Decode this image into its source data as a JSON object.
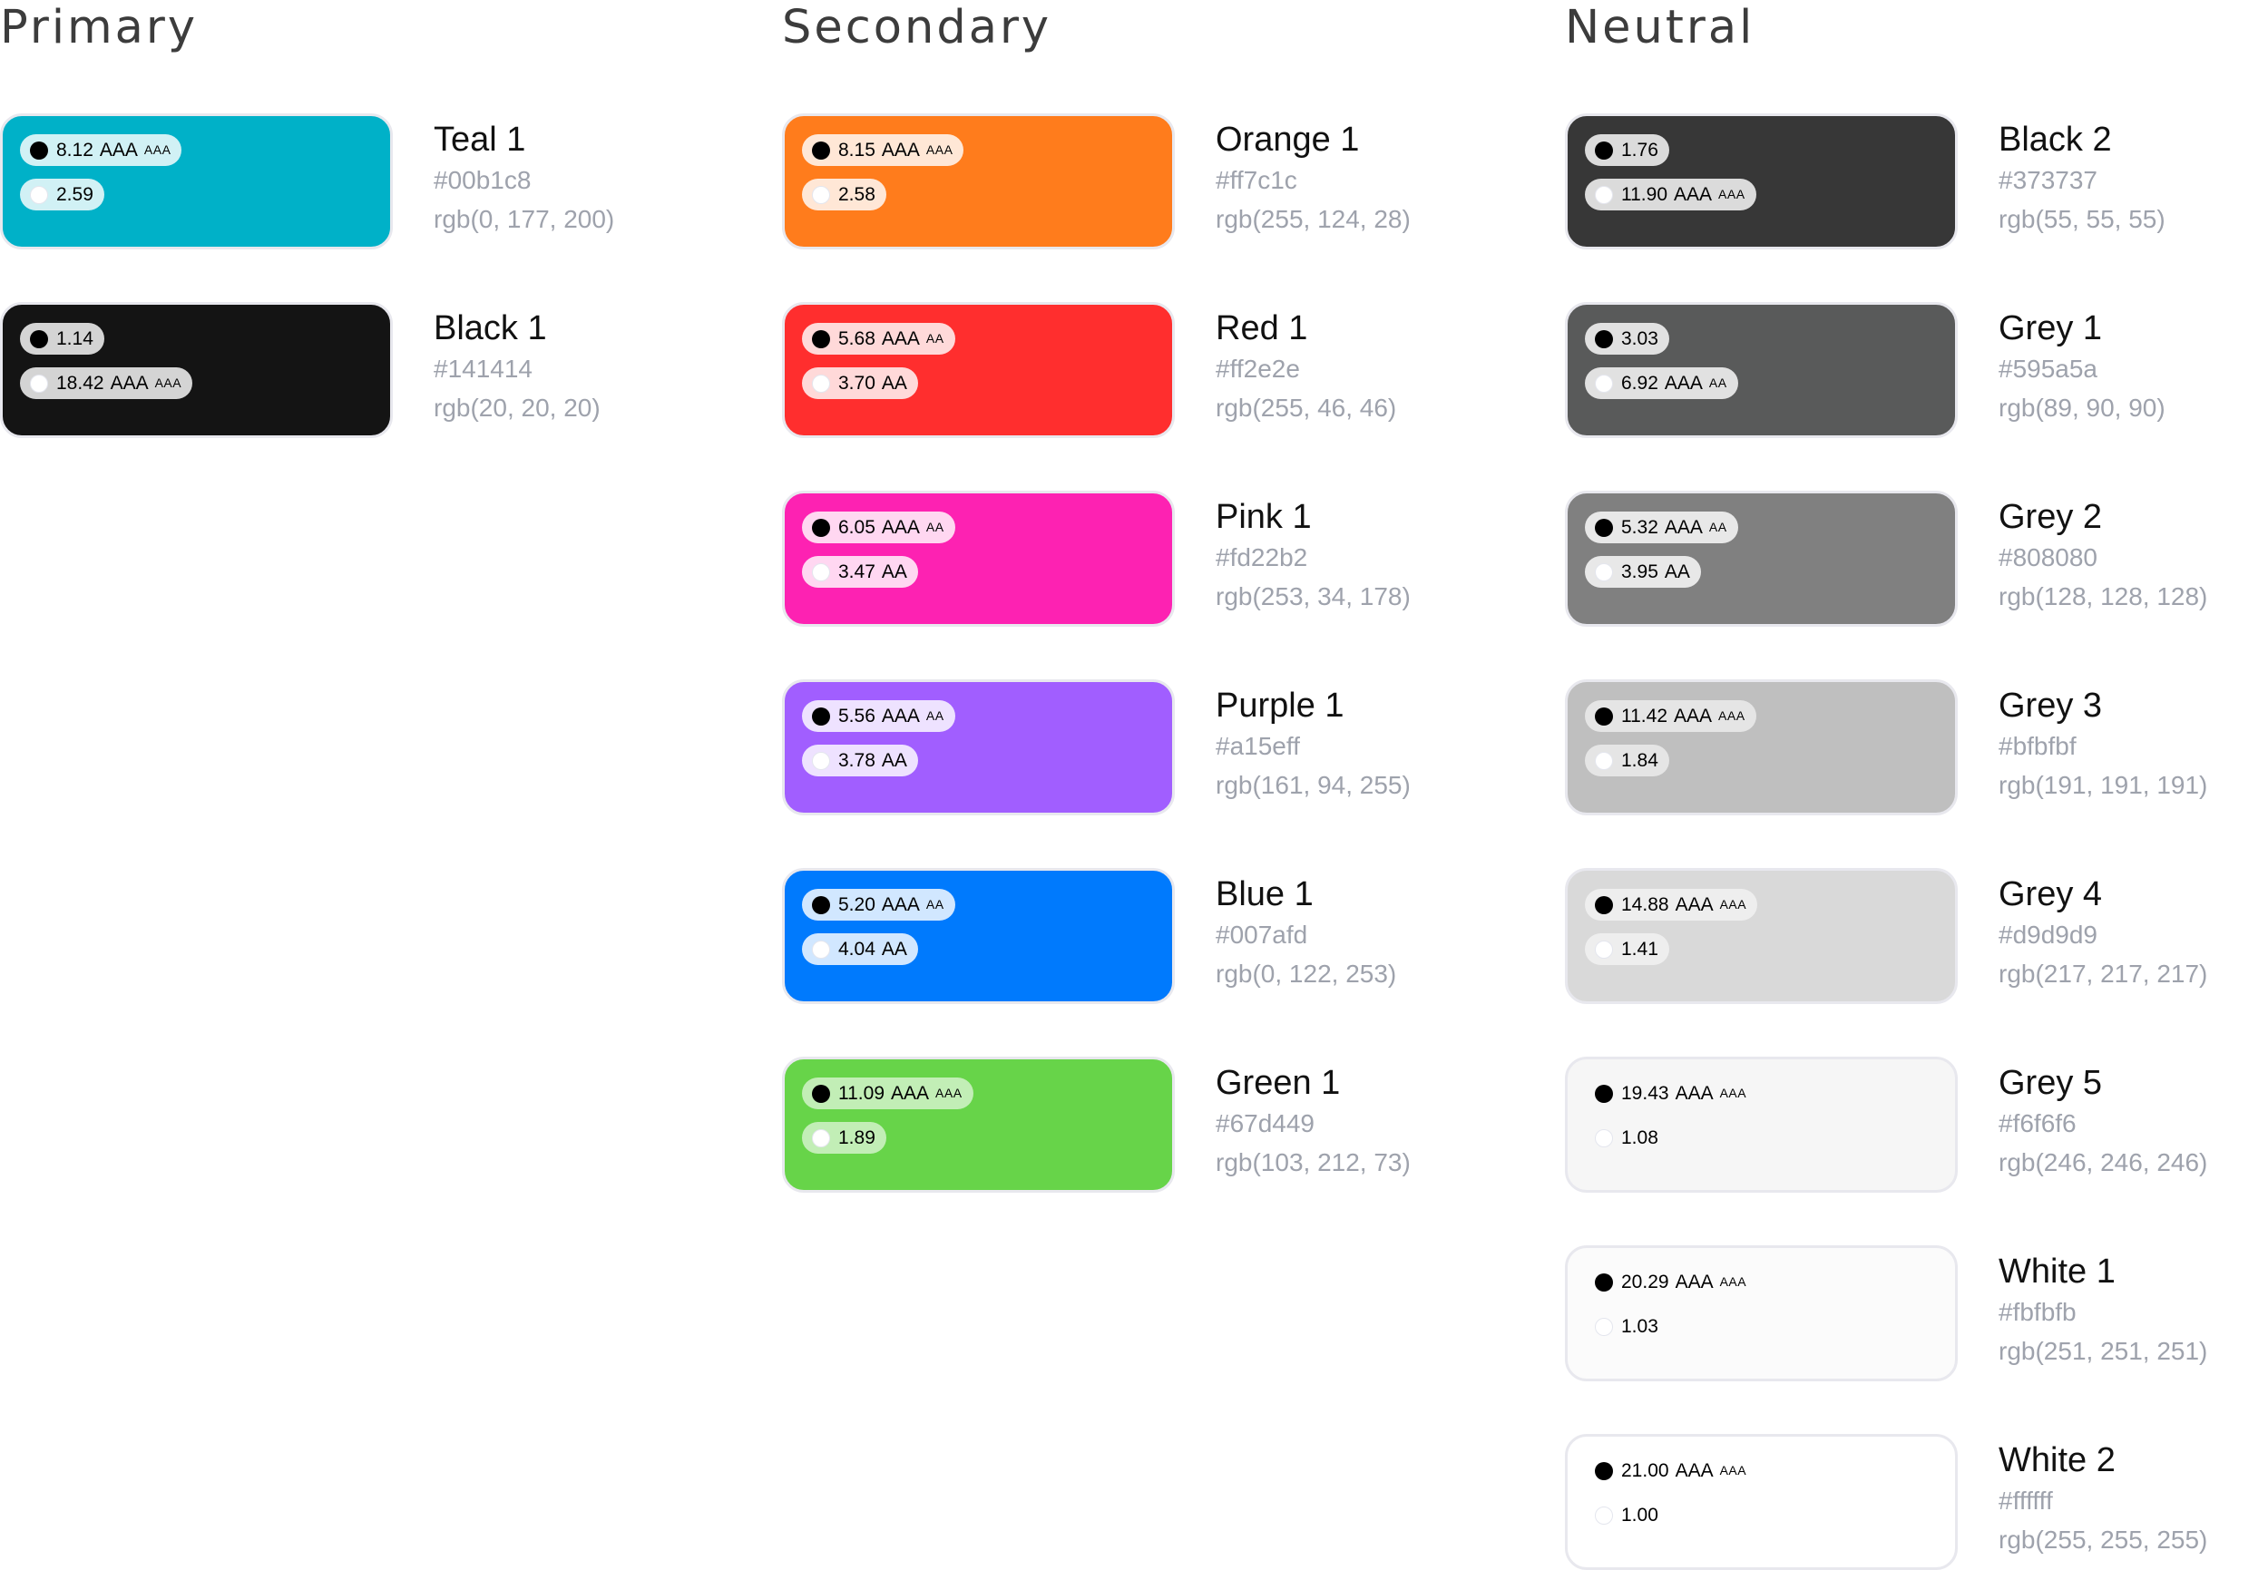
{
  "sections": [
    {
      "title": "Primary",
      "colors": [
        {
          "name": "Teal 1",
          "hex": "#00b1c8",
          "rgb": "rgb(0, 177, 200)",
          "dark": {
            "ratio": "8.12",
            "grade": "AAA",
            "grade_small": "AAA"
          },
          "light": {
            "ratio": "2.59",
            "grade": "",
            "grade_small": ""
          }
        },
        {
          "name": "Black 1",
          "hex": "#141414",
          "rgb": "rgb(20, 20, 20)",
          "dark": {
            "ratio": "1.14",
            "grade": "",
            "grade_small": ""
          },
          "light": {
            "ratio": "18.42",
            "grade": "AAA",
            "grade_small": "AAA"
          }
        }
      ]
    },
    {
      "title": "Secondary",
      "colors": [
        {
          "name": "Orange 1",
          "hex": "#ff7c1c",
          "rgb": "rgb(255, 124, 28)",
          "dark": {
            "ratio": "8.15",
            "grade": "AAA",
            "grade_small": "AAA"
          },
          "light": {
            "ratio": "2.58",
            "grade": "",
            "grade_small": ""
          }
        },
        {
          "name": "Red 1",
          "hex": "#ff2e2e",
          "rgb": "rgb(255, 46, 46)",
          "dark": {
            "ratio": "5.68",
            "grade": "AAA",
            "grade_small": "AA"
          },
          "light": {
            "ratio": "3.70",
            "grade": "AA",
            "grade_small": ""
          }
        },
        {
          "name": "Pink 1",
          "hex": "#fd22b2",
          "rgb": "rgb(253, 34, 178)",
          "dark": {
            "ratio": "6.05",
            "grade": "AAA",
            "grade_small": "AA"
          },
          "light": {
            "ratio": "3.47",
            "grade": "AA",
            "grade_small": ""
          }
        },
        {
          "name": "Purple 1",
          "hex": "#a15eff",
          "rgb": "rgb(161, 94, 255)",
          "dark": {
            "ratio": "5.56",
            "grade": "AAA",
            "grade_small": "AA"
          },
          "light": {
            "ratio": "3.78",
            "grade": "AA",
            "grade_small": ""
          }
        },
        {
          "name": "Blue 1",
          "hex": "#007afd",
          "rgb": "rgb(0, 122, 253)",
          "dark": {
            "ratio": "5.20",
            "grade": "AAA",
            "grade_small": "AA"
          },
          "light": {
            "ratio": "4.04",
            "grade": "AA",
            "grade_small": ""
          }
        },
        {
          "name": "Green 1",
          "hex": "#67d449",
          "rgb": "rgb(103, 212, 73)",
          "dark": {
            "ratio": "11.09",
            "grade": "AAA",
            "grade_small": "AAA"
          },
          "light": {
            "ratio": "1.89",
            "grade": "",
            "grade_small": ""
          }
        }
      ]
    },
    {
      "title": "Neutral",
      "colors": [
        {
          "name": "Black 2",
          "hex": "#373737",
          "rgb": "rgb(55, 55, 55)",
          "dark": {
            "ratio": "1.76",
            "grade": "",
            "grade_small": ""
          },
          "light": {
            "ratio": "11.90",
            "grade": "AAA",
            "grade_small": "AAA"
          }
        },
        {
          "name": "Grey 1",
          "hex": "#595a5a",
          "rgb": "rgb(89, 90, 90)",
          "dark": {
            "ratio": "3.03",
            "grade": "",
            "grade_small": ""
          },
          "light": {
            "ratio": "6.92",
            "grade": "AAA",
            "grade_small": "AA"
          }
        },
        {
          "name": "Grey 2",
          "hex": "#808080",
          "rgb": "rgb(128, 128, 128)",
          "dark": {
            "ratio": "5.32",
            "grade": "AAA",
            "grade_small": "AA"
          },
          "light": {
            "ratio": "3.95",
            "grade": "AA",
            "grade_small": ""
          }
        },
        {
          "name": "Grey 3",
          "hex": "#bfbfbf",
          "rgb": "rgb(191, 191, 191)",
          "dark": {
            "ratio": "11.42",
            "grade": "AAA",
            "grade_small": "AAA"
          },
          "light": {
            "ratio": "1.84",
            "grade": "",
            "grade_small": ""
          }
        },
        {
          "name": "Grey 4",
          "hex": "#d9d9d9",
          "rgb": "rgb(217, 217, 217)",
          "dark": {
            "ratio": "14.88",
            "grade": "AAA",
            "grade_small": "AAA"
          },
          "light": {
            "ratio": "1.41",
            "grade": "",
            "grade_small": ""
          }
        },
        {
          "name": "Grey 5",
          "hex": "#f6f6f6",
          "rgb": "rgb(246, 246, 246)",
          "dark": {
            "ratio": "19.43",
            "grade": "AAA",
            "grade_small": "AAA"
          },
          "light": {
            "ratio": "1.08",
            "grade": "",
            "grade_small": ""
          }
        },
        {
          "name": "White 1",
          "hex": "#fbfbfb",
          "rgb": "rgb(251, 251, 251)",
          "dark": {
            "ratio": "20.29",
            "grade": "AAA",
            "grade_small": "AAA"
          },
          "light": {
            "ratio": "1.03",
            "grade": "",
            "grade_small": ""
          }
        },
        {
          "name": "White 2",
          "hex": "#ffffff",
          "rgb": "rgb(255, 255, 255)",
          "dark": {
            "ratio": "21.00",
            "grade": "AAA",
            "grade_small": "AAA"
          },
          "light": {
            "ratio": "1.00",
            "grade": "",
            "grade_small": ""
          }
        }
      ]
    }
  ]
}
